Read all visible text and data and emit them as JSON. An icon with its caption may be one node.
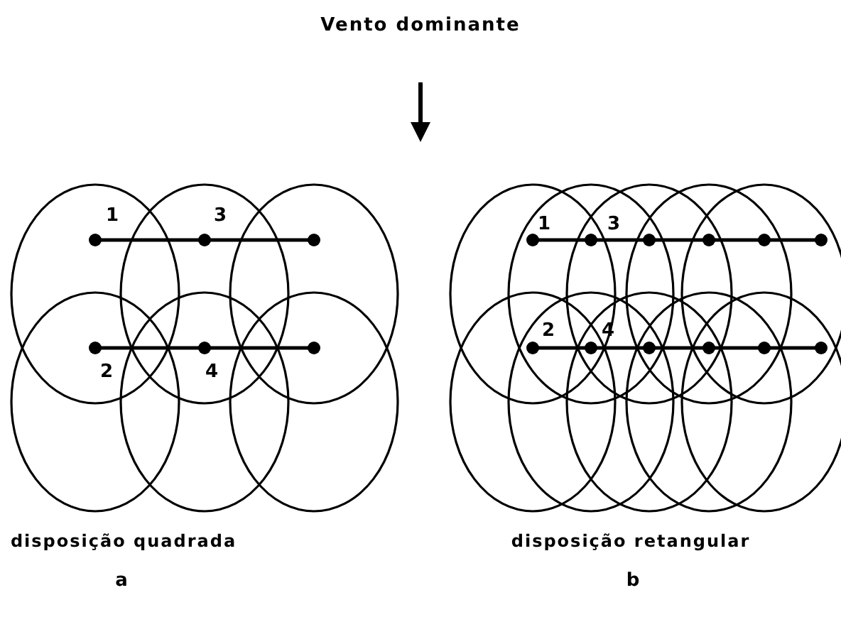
{
  "diagram": {
    "labels": [
      "Vento dominante",
      "1",
      "3",
      "1",
      "3",
      "2",
      "4",
      "2",
      "4",
      "disposição quadrada",
      "disposição retangular",
      "a",
      "b"
    ]
  }
}
